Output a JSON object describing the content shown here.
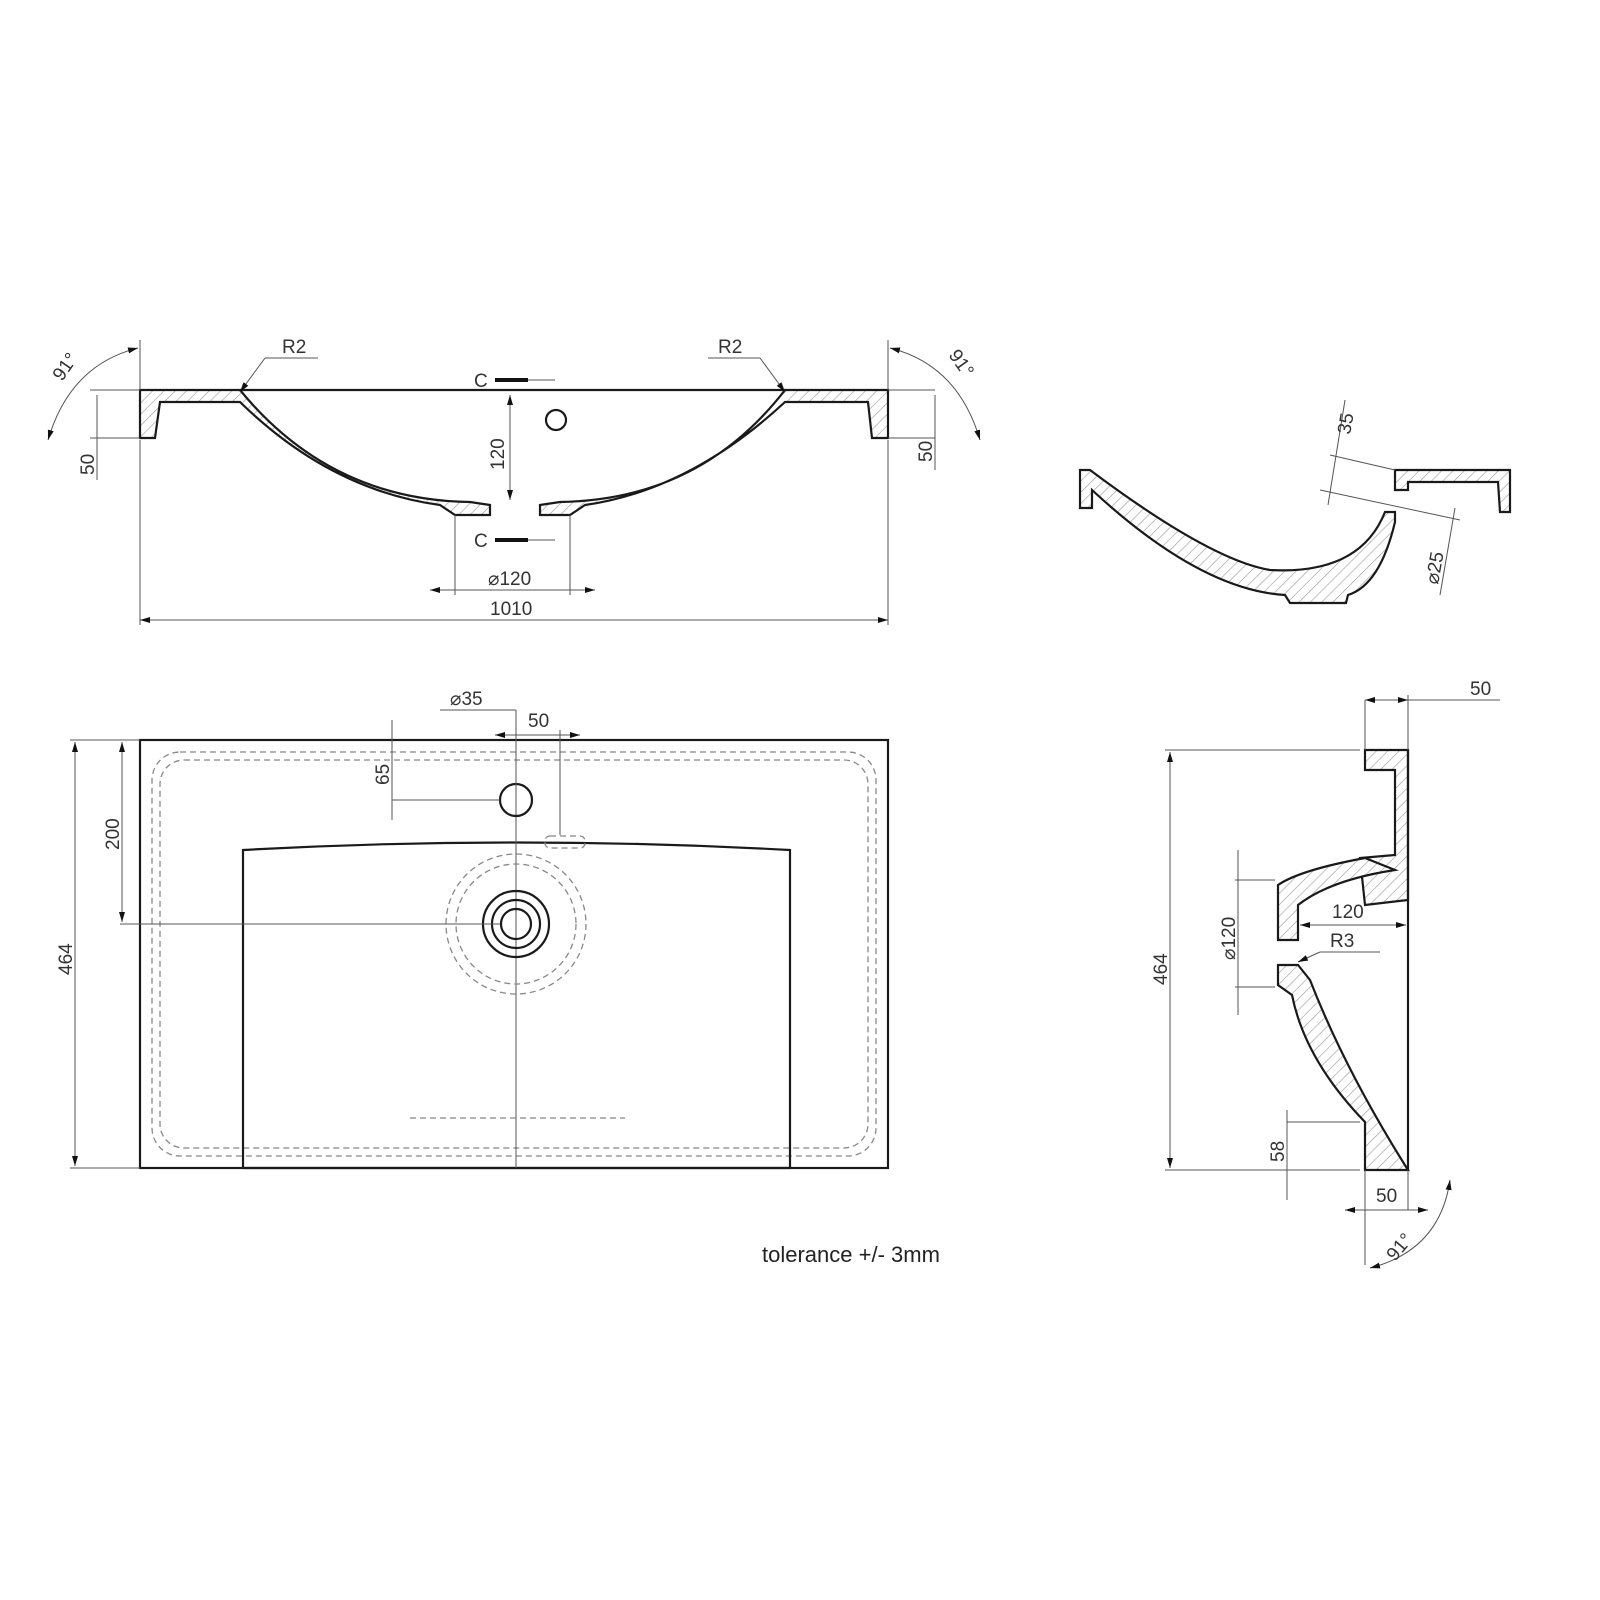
{
  "front_view": {
    "angle_left": "91°",
    "angle_right": "91°",
    "radius_left": "R2",
    "radius_right": "R2",
    "section_top": "C",
    "section_bottom": "C",
    "rim_height_left": "50",
    "rim_height_right": "50",
    "basin_depth": "120",
    "drain_diameter": "⌀120",
    "overall_width": "1010"
  },
  "section_view": {
    "tap_hole_offset": "35",
    "overflow_diameter": "⌀25"
  },
  "top_view": {
    "tap_hole_diameter": "⌀35",
    "tap_offset": "50",
    "tap_from_back": "65",
    "drain_from_back": "200",
    "overall_depth": "464"
  },
  "side_view": {
    "rim_width_top": "50",
    "overall_depth": "464",
    "drain_diameter": "⌀120",
    "drain_depth": "120",
    "radius": "R3",
    "front_height": "58",
    "rim_width_bottom": "50",
    "angle": "91°"
  },
  "note": "tolerance +/- 3mm"
}
